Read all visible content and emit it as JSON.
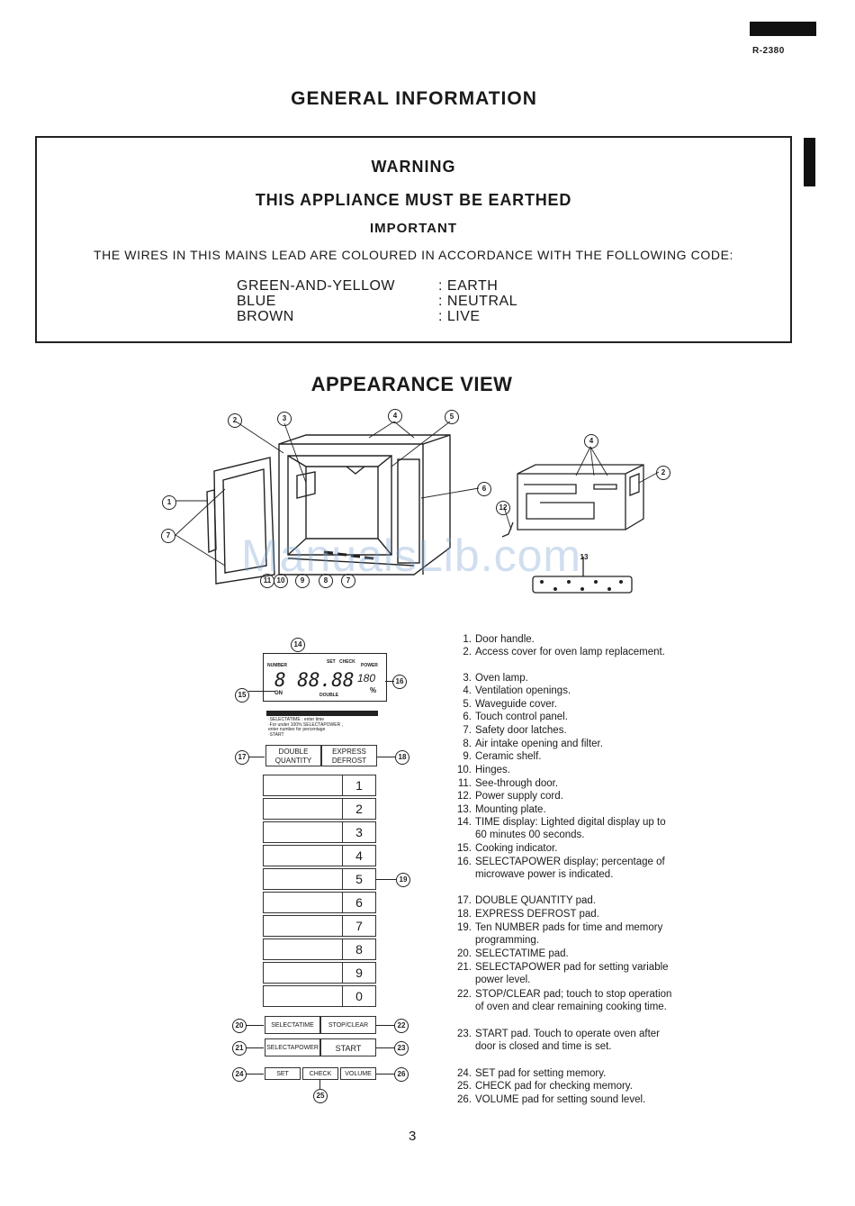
{
  "header": {
    "model": "R-2380"
  },
  "title": "GENERAL INFORMATION",
  "warning": {
    "heading": "WARNING",
    "subheading": "THIS APPLIANCE MUST BE EARTHED",
    "important": "IMPORTANT",
    "code_line": "THE WIRES IN THIS MAINS LEAD ARE COLOURED IN ACCORDANCE WITH THE FOLLOWING CODE:",
    "wires": [
      {
        "colour": "GREEN-AND-YELLOW",
        "function": ": EARTH"
      },
      {
        "colour": "BLUE",
        "function": ": NEUTRAL"
      },
      {
        "colour": "BROWN",
        "function": ": LIVE"
      }
    ]
  },
  "appearance_title": "APPEARANCE VIEW",
  "watermark": "ManualsLib.com",
  "panel": {
    "lcd_labels": {
      "number": "NUMBER",
      "set": "SET",
      "check": "CHECK",
      "power": "POWER",
      "on": "ON",
      "double": "DOUBLE"
    },
    "lcd_digits": "8 88.88",
    "lcd_power": "180",
    "lcd_percent": "%",
    "instructions": [
      "·SELECTATIME : enter time",
      "·For under 100% SELECTAPOWER ,",
      " enter number for percentage",
      "·START"
    ],
    "double_quantity": [
      "DOUBLE",
      "QUANTITY"
    ],
    "express_defrost": [
      "EXPRESS",
      "DEFROST"
    ],
    "keys": [
      "1",
      "2",
      "3",
      "4",
      "5",
      "6",
      "7",
      "8",
      "9",
      "0"
    ],
    "selectatime": "SELECTATIME",
    "stop_clear": "STOP/CLEAR",
    "selectapower": "SELECTAPOWER",
    "start": "START",
    "set": "SET",
    "check": "CHECK",
    "volume": "VOLUME"
  },
  "callouts_oven": [
    "2",
    "3",
    "4",
    "5",
    "1",
    "6",
    "7",
    "12",
    "11",
    "10",
    "9",
    "8",
    "7",
    "4",
    "2",
    "13"
  ],
  "callouts_panel": [
    "14",
    "15",
    "16",
    "17",
    "18",
    "19",
    "20",
    "22",
    "21",
    "23",
    "24",
    "25",
    "26"
  ],
  "legend": [
    {
      "n": "1.",
      "text": "Door handle."
    },
    {
      "n": "2.",
      "text": "Access cover for oven lamp replacement."
    },
    {
      "n": "3.",
      "text": "Oven lamp."
    },
    {
      "n": "4.",
      "text": "Ventilation openings."
    },
    {
      "n": "5.",
      "text": "Waveguide cover."
    },
    {
      "n": "6.",
      "text": "Touch control panel."
    },
    {
      "n": "7.",
      "text": "Safety door latches."
    },
    {
      "n": "8.",
      "text": "Air intake opening and filter."
    },
    {
      "n": "9.",
      "text": "Ceramic shelf."
    },
    {
      "n": "10.",
      "text": "Hinges."
    },
    {
      "n": "11.",
      "text": "See-through door."
    },
    {
      "n": "12.",
      "text": "Power supply cord."
    },
    {
      "n": "13.",
      "text": "Mounting plate."
    },
    {
      "n": "14.",
      "text": "TIME display: Lighted digital display up to 60 minutes 00 seconds."
    },
    {
      "n": "15.",
      "text": "Cooking indicator."
    },
    {
      "n": "16.",
      "text": "SELECTAPOWER display; percentage of microwave power is indicated."
    },
    {
      "n": "17.",
      "text": "DOUBLE QUANTITY pad."
    },
    {
      "n": "18.",
      "text": "EXPRESS DEFROST pad."
    },
    {
      "n": "19.",
      "text": "Ten NUMBER pads for time and memory programming."
    },
    {
      "n": "20.",
      "text": "SELECTATIME pad."
    },
    {
      "n": "21.",
      "text": "SELECTAPOWER pad for setting variable power level."
    },
    {
      "n": "22.",
      "text": "STOP/CLEAR pad; touch to stop operation of oven and clear remaining cooking time."
    },
    {
      "n": "23.",
      "text": "START pad. Touch to operate oven after door is closed and time is set."
    },
    {
      "n": "24.",
      "text": "SET pad for setting memory."
    },
    {
      "n": "25.",
      "text": "CHECK pad for checking memory."
    },
    {
      "n": "26.",
      "text": "VOLUME pad for setting sound level."
    }
  ],
  "page_number": "3"
}
